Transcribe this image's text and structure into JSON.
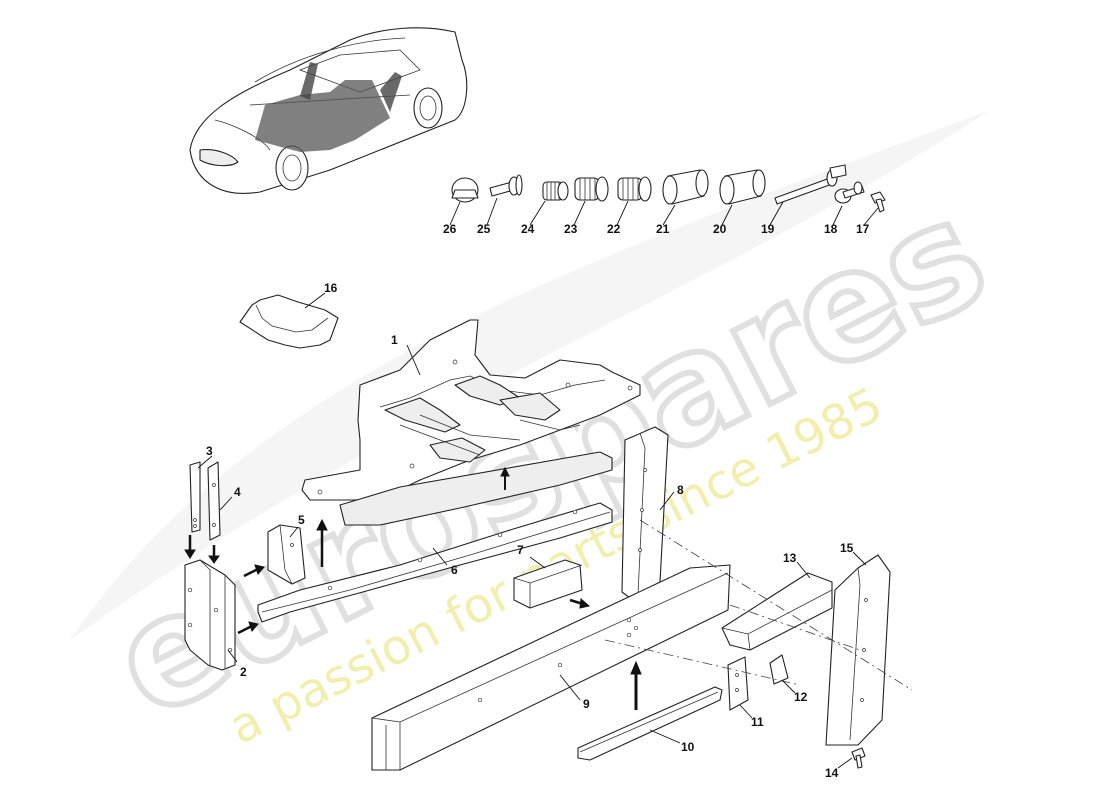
{
  "watermark": {
    "brand_text": "eurospares",
    "tagline": "a passion for parts since 1985",
    "brand_color": "#d8d8d8",
    "tagline_color": "#f3f0a8"
  },
  "diagram": {
    "callouts": [
      {
        "id": "c1",
        "label": "1"
      },
      {
        "id": "c2",
        "label": "2"
      },
      {
        "id": "c3",
        "label": "3"
      },
      {
        "id": "c4",
        "label": "4"
      },
      {
        "id": "c5",
        "label": "5"
      },
      {
        "id": "c6",
        "label": "6"
      },
      {
        "id": "c7",
        "label": "7"
      },
      {
        "id": "c8",
        "label": "8"
      },
      {
        "id": "c9",
        "label": "9"
      },
      {
        "id": "c10",
        "label": "10"
      },
      {
        "id": "c11",
        "label": "11"
      },
      {
        "id": "c12",
        "label": "12"
      },
      {
        "id": "c13",
        "label": "13"
      },
      {
        "id": "c14",
        "label": "14"
      },
      {
        "id": "c15",
        "label": "15"
      },
      {
        "id": "c16",
        "label": "16"
      },
      {
        "id": "c17",
        "label": "17"
      },
      {
        "id": "c18",
        "label": "18"
      },
      {
        "id": "c19",
        "label": "19"
      },
      {
        "id": "c20",
        "label": "20"
      },
      {
        "id": "c21",
        "label": "21"
      },
      {
        "id": "c22",
        "label": "22"
      },
      {
        "id": "c23",
        "label": "23"
      },
      {
        "id": "c24",
        "label": "24"
      },
      {
        "id": "c25",
        "label": "25"
      },
      {
        "id": "c26",
        "label": "26"
      }
    ]
  }
}
